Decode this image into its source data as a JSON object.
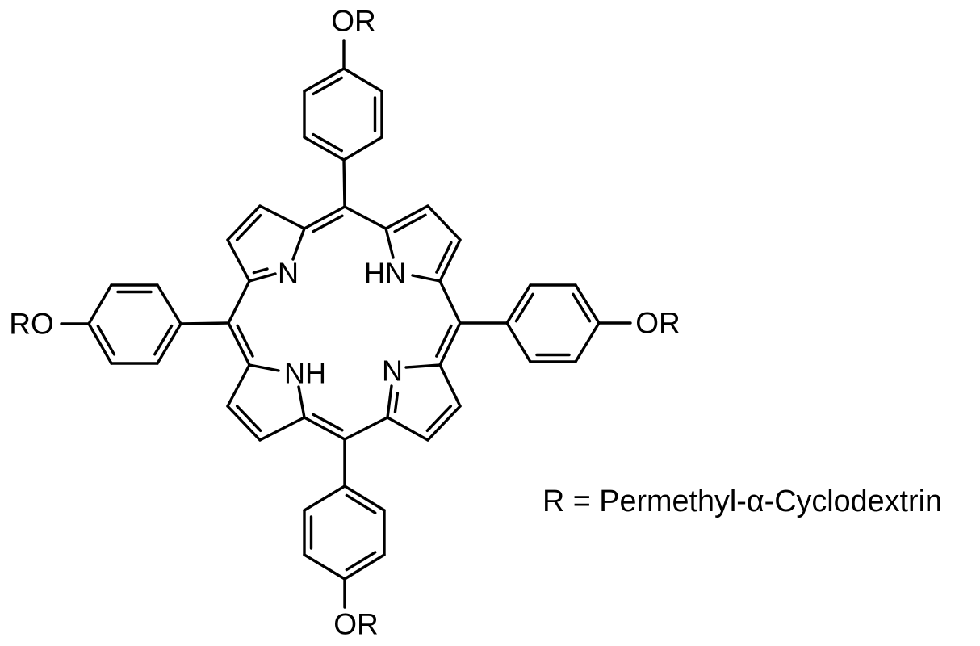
{
  "diagram": {
    "kind": "chemical-structure-drawing",
    "caption": "R = Permethyl-α-Cyclodextrin",
    "substituents": {
      "top": "OR",
      "left": "RO",
      "right": "OR",
      "bottom": "OR"
    },
    "core_nitrogens": {
      "top_left": "N",
      "top_right": "HN",
      "bottom_left": "NH",
      "bottom_right": "N"
    },
    "colors": {
      "line": "#000000",
      "text": "#000000",
      "background": "#ffffff"
    }
  }
}
